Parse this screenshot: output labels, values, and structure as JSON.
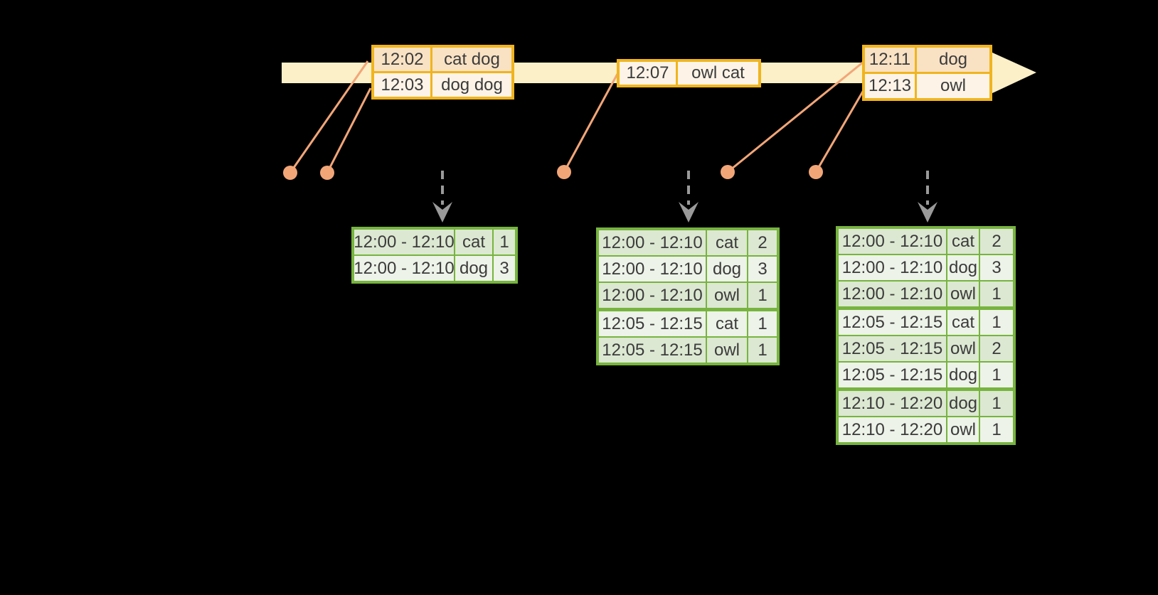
{
  "diagram": {
    "kind": "windowed-streaming-aggregation-timeline",
    "colors": {
      "background": "#000000",
      "timeline_fill": "#fbf0c8",
      "event_table_border": "#f0b41e",
      "event_row_dark": "#f9e2c4",
      "event_row_light": "#fdf4e7",
      "event_marker": "#f2a678",
      "result_table_border": "#77b43f",
      "result_row_dark": "#dce8d2",
      "result_row_light": "#edf3e8",
      "trigger_arrow": "#9a9a9a",
      "text": "#3b3b3b"
    }
  },
  "timeline": {
    "event_tables": [
      {
        "rows": [
          {
            "time": "12:02",
            "words": "cat dog",
            "shade": "dark"
          },
          {
            "time": "12:03",
            "words": "dog dog",
            "shade": "light"
          }
        ]
      },
      {
        "rows": [
          {
            "time": "12:07",
            "words": "owl cat",
            "shade": "light"
          }
        ]
      },
      {
        "rows": [
          {
            "time": "12:11",
            "words": "dog",
            "shade": "dark"
          },
          {
            "time": "12:13",
            "words": "owl",
            "shade": "light"
          }
        ]
      }
    ]
  },
  "result_tables": [
    {
      "rows": [
        [
          "12:00 - 12:10",
          "cat",
          "1"
        ],
        [
          "12:00 - 12:10",
          "dog",
          "3"
        ]
      ],
      "thick_separators_before_rows": []
    },
    {
      "rows": [
        [
          "12:00 - 12:10",
          "cat",
          "2"
        ],
        [
          "12:00 - 12:10",
          "dog",
          "3"
        ],
        [
          "12:00 - 12:10",
          "owl",
          "1"
        ],
        [
          "12:05 - 12:15",
          "cat",
          "1"
        ],
        [
          "12:05 - 12:15",
          "owl",
          "1"
        ]
      ],
      "thick_separators_before_rows": [
        3
      ]
    },
    {
      "rows": [
        [
          "12:00 - 12:10",
          "cat",
          "2"
        ],
        [
          "12:00 - 12:10",
          "dog",
          "3"
        ],
        [
          "12:00 - 12:10",
          "owl",
          "1"
        ],
        [
          "12:05 - 12:15",
          "cat",
          "1"
        ],
        [
          "12:05 - 12:15",
          "owl",
          "2"
        ],
        [
          "12:05 - 12:15",
          "dog",
          "1"
        ],
        [
          "12:10 - 12:20",
          "dog",
          "1"
        ],
        [
          "12:10 - 12:20",
          "owl",
          "1"
        ]
      ],
      "thick_separators_before_rows": [
        3,
        6
      ]
    }
  ]
}
